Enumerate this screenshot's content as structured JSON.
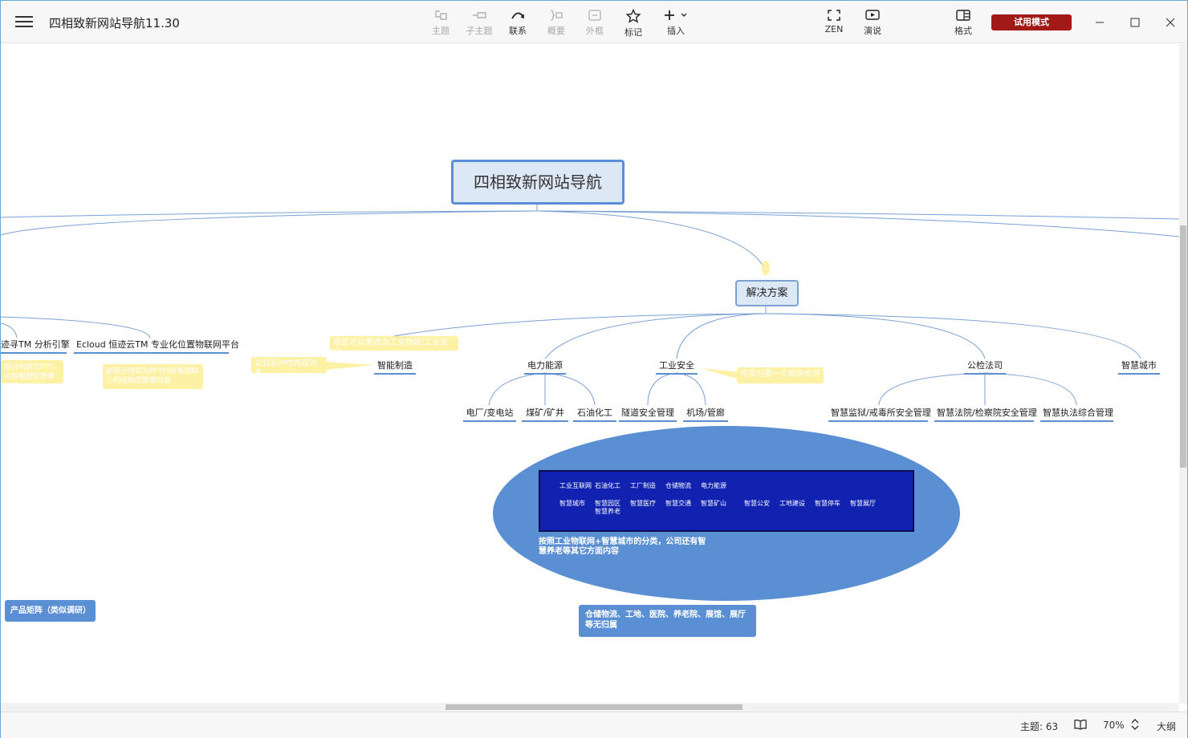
{
  "app": {
    "title": "四相致新网站导航11.30"
  },
  "toolbar": {
    "items": [
      {
        "label": "主题",
        "icon": "topic-icon",
        "enabled": false
      },
      {
        "label": "子主题",
        "icon": "subtopic-icon",
        "enabled": false
      },
      {
        "label": "联系",
        "icon": "relationship-icon",
        "enabled": true
      },
      {
        "label": "概要",
        "icon": "summary-icon",
        "enabled": false
      },
      {
        "label": "外框",
        "icon": "boundary-icon",
        "enabled": false
      },
      {
        "label": "标记",
        "icon": "star-icon",
        "enabled": true
      },
      {
        "label": "插入",
        "icon": "plus-icon",
        "enabled": true
      },
      {
        "label": "ZEN",
        "icon": "fullscreen-icon",
        "enabled": true
      },
      {
        "label": "演说",
        "icon": "presentation-icon",
        "enabled": true
      },
      {
        "label": "格式",
        "icon": "format-panel-icon",
        "enabled": true
      }
    ],
    "trial_label": "试用模式"
  },
  "mindmap": {
    "root": "四相致新网站导航",
    "main_topic": "解决方案",
    "left_topics": [
      "迹寻TM 分析引擎",
      "Ecloud 恒迹云TM 专业化位置物联网平台"
    ],
    "left_notes": [
      "部分内容为PPT内容根据优势等内容",
      "此部分内容为PPT内容根据缺少的结构优势等内容"
    ],
    "branches": [
      {
        "label": "智能制造"
      },
      {
        "label": "电力能源",
        "children": [
          "电厂/变电站",
          "煤矿/矿井",
          "石油化工"
        ]
      },
      {
        "label": "工业安全",
        "children": [
          "隧道安全管理",
          "机场/管廊"
        ]
      },
      {
        "label": "公检法司",
        "children": [
          "智慧监狱/戒毒所安全管理",
          "智慧法院/检察院安全管理",
          "智慧执法综合管理"
        ]
      },
      {
        "label": "智慧城市"
      }
    ],
    "notes": {
      "note1": "是否可以更改为工业物联/工业安全",
      "note2": "以目前PPT内容为主",
      "note3": "可否与第一个板块合并"
    },
    "image_tags_row1": [
      "工业互联网",
      "石油化工",
      "工厂制造",
      "仓储物流",
      "电力能源"
    ],
    "image_tags_row2": [
      "智慧城市",
      "智慧园区",
      "智慧医疗",
      "智慧交通",
      "智慧矿山",
      "智慧公安",
      "工地建设",
      "智慧停车",
      "智慧展厅"
    ],
    "image_tag_extra": "智慧养老",
    "ellipse_caption": "按照工业物联网+智慧城市的分类，公司还有智慧养老等其它方面内容",
    "left_box": "产品矩阵（类似调研）",
    "bottom_box": "仓储物流、工地、医院、养老院、展馆、展厅等无归属"
  },
  "status": {
    "topic_count": "主题: 63",
    "zoom": "70%",
    "outline_label": "大纲"
  },
  "colors": {
    "accent": "#5b8ed6",
    "trial": "#a11a16",
    "note": "#fdf1a6",
    "ellipse": "#5a8fd4",
    "image_bg": "#1122b0"
  }
}
